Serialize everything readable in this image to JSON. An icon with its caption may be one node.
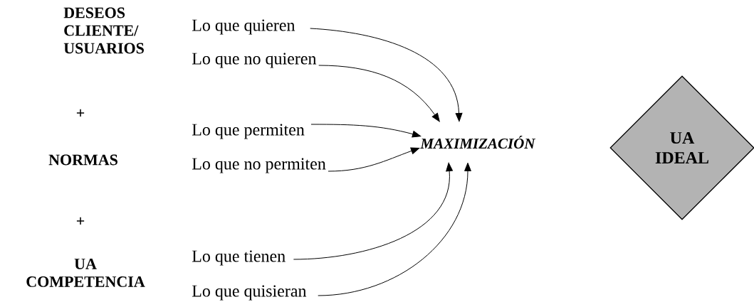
{
  "diagram": {
    "nodes": [
      {
        "text": [
          "Lo que quieren"
        ]
      },
      {
        "text": [
          "Lo que no quieren"
        ]
      },
      {
        "text": [
          "Lo que permiten"
        ]
      },
      {
        "text": [
          "Lo que no permiten"
        ]
      },
      {
        "text": [
          "Lo que tienen"
        ]
      },
      {
        "text": [
          "Lo que quisieran"
        ]
      },
      {
        "text": [
          "MAXIMIZACIÓN"
        ]
      },
      {
        "text": [
          "UA IDEAL"
        ]
      }
    ],
    "edges": [
      {
        "from": 0,
        "to": 6,
        "arrow": "to"
      },
      {
        "from": 1,
        "to": 6,
        "arrow": "to"
      },
      {
        "from": 2,
        "to": 6,
        "arrow": "to"
      },
      {
        "from": 3,
        "to": 6,
        "arrow": "to"
      },
      {
        "from": 4,
        "to": 6,
        "arrow": "to"
      },
      {
        "from": 5,
        "to": 6,
        "arrow": "to"
      }
    ],
    "labels": [
      "DESEOS CLIENTE/ USUARIOS",
      "+",
      "NORMAS",
      "+",
      "UA COMPETENCIA"
    ]
  }
}
